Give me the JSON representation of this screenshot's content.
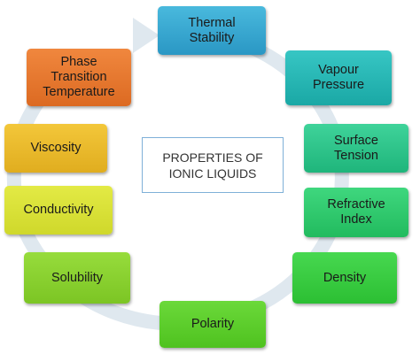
{
  "center_label": "PROPERTIES OF\nIONIC LIQUIDS",
  "colors": {
    "ring": "#dfe8ef",
    "center_border": "#7fb0d8"
  },
  "nodes": [
    {
      "id": "thermal-stability",
      "label": "Thermal\nStability",
      "color_top": "#49b9dd",
      "color_bottom": "#2a97c4"
    },
    {
      "id": "vapour-pressure",
      "label": "Vapour\nPressure",
      "color_top": "#37c6c4",
      "color_bottom": "#1aa8a5"
    },
    {
      "id": "surface-tension",
      "label": "Surface\nTension",
      "color_top": "#3fd39a",
      "color_bottom": "#1fb57b"
    },
    {
      "id": "refractive-index",
      "label": "Refractive\nIndex",
      "color_top": "#3fd77e",
      "color_bottom": "#22bb5e"
    },
    {
      "id": "density",
      "label": "Density",
      "color_top": "#47d850",
      "color_bottom": "#2cbf33"
    },
    {
      "id": "polarity",
      "label": "Polarity",
      "color_top": "#6bd93a",
      "color_bottom": "#4fc21f"
    },
    {
      "id": "solubility",
      "label": "Solubility",
      "color_top": "#97dc3c",
      "color_bottom": "#7cc524"
    },
    {
      "id": "conductivity",
      "label": "Conductivity",
      "color_top": "#e3ea45",
      "color_bottom": "#cfd82b"
    },
    {
      "id": "viscosity",
      "label": "Viscosity",
      "color_top": "#f3c73a",
      "color_bottom": "#e0ad1f"
    },
    {
      "id": "phase-transition-temperature",
      "label": "Phase\nTransition\nTemperature",
      "color_top": "#f0873e",
      "color_bottom": "#dc6a22"
    }
  ]
}
